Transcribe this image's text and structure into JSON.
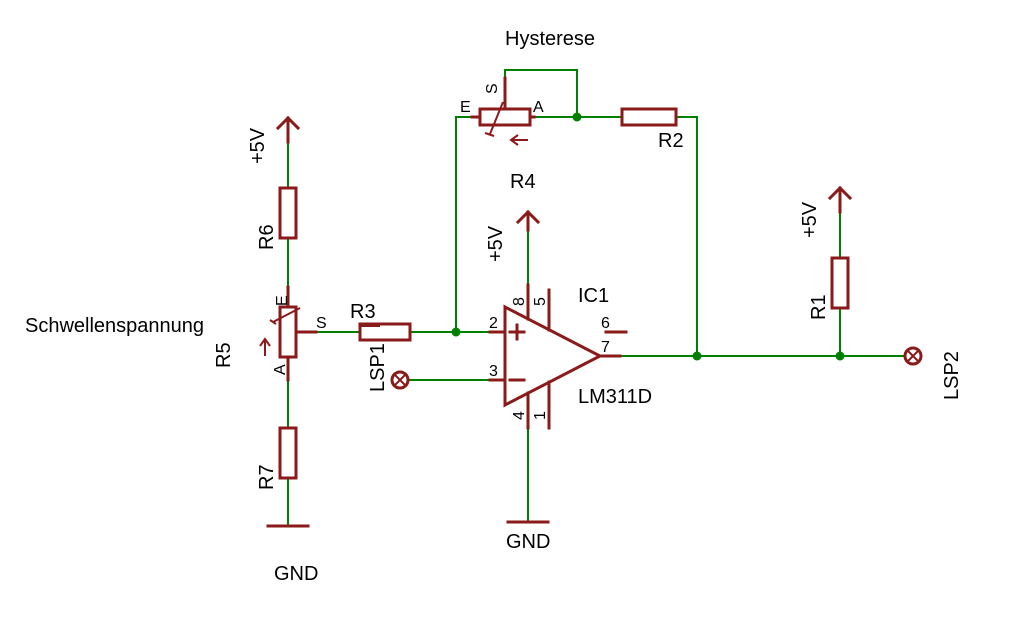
{
  "labels": {
    "hysterese": "Hysterese",
    "schwellenspannung": "Schwellenspannung",
    "r1": "R1",
    "r2": "R2",
    "r3": "R3",
    "r4": "R4",
    "r5": "R5",
    "r6": "R6",
    "r7": "R7",
    "ic1": "IC1",
    "ic_part": "LM311D",
    "lsp1": "LSP1",
    "lsp2": "LSP2",
    "plus5v_left": "+5V",
    "plus5v_mid": "+5V",
    "plus5v_right": "+5V",
    "gnd_left": "GND",
    "gnd_mid": "GND"
  },
  "pins": {
    "r4_e": "E",
    "r4_s": "S",
    "r4_a": "A",
    "r5_e": "E",
    "r5_s": "S",
    "r5_a": "A",
    "ic_2": "2",
    "ic_3": "3",
    "ic_4": "4",
    "ic_1": "1",
    "ic_8": "8",
    "ic_5": "5",
    "ic_6": "6",
    "ic_7": "7"
  },
  "colors": {
    "wire": "#008000",
    "symbol": "#8b1a1a",
    "text": "#000000",
    "background": "#ffffff"
  }
}
